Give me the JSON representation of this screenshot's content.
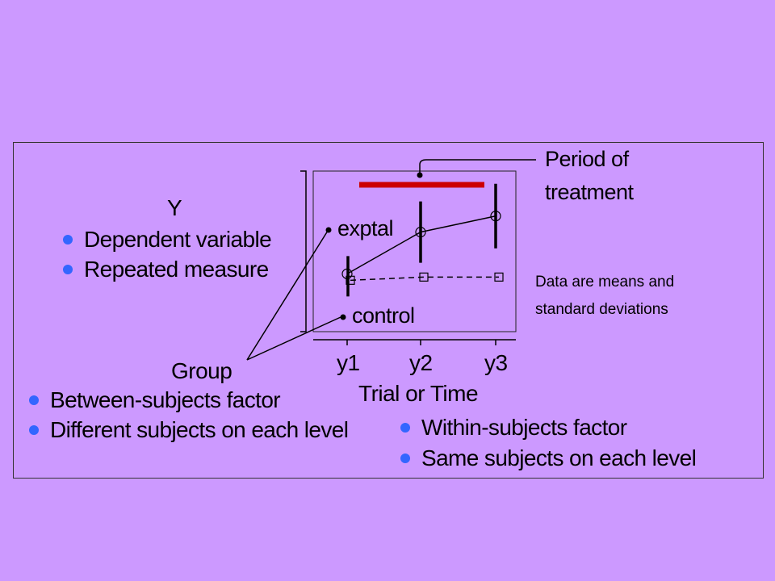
{
  "y_block": {
    "title": "Y",
    "bullets": [
      "Dependent variable",
      "Repeated measure"
    ]
  },
  "group_block": {
    "title": "Group",
    "bullets": [
      "Between-subjects factor",
      "Different subjects on each level"
    ]
  },
  "trial_block": {
    "title": "Trial or Time",
    "bullets": [
      "Within-subjects factor",
      "Same subjects on each level"
    ]
  },
  "treatment_label_line1": "Period of",
  "treatment_label_line2": "treatment",
  "note_line1": "Data are means and",
  "note_line2": "standard deviations",
  "colors": {
    "background": "#cc99ff",
    "treatment_bar": "#cc0000",
    "bullet": "#3366ff"
  },
  "chart_data": {
    "type": "line",
    "categories": [
      "y1",
      "y2",
      "y3"
    ],
    "series": [
      {
        "name": "exptal",
        "values": [
          0.36,
          0.62,
          0.72
        ],
        "marker": "circle",
        "line": "solid"
      },
      {
        "name": "control",
        "values": [
          0.32,
          0.34,
          0.34
        ],
        "marker": "square",
        "line": "dashed"
      }
    ],
    "ylim": [
      0,
      1
    ],
    "error_bars": "standard deviations"
  }
}
